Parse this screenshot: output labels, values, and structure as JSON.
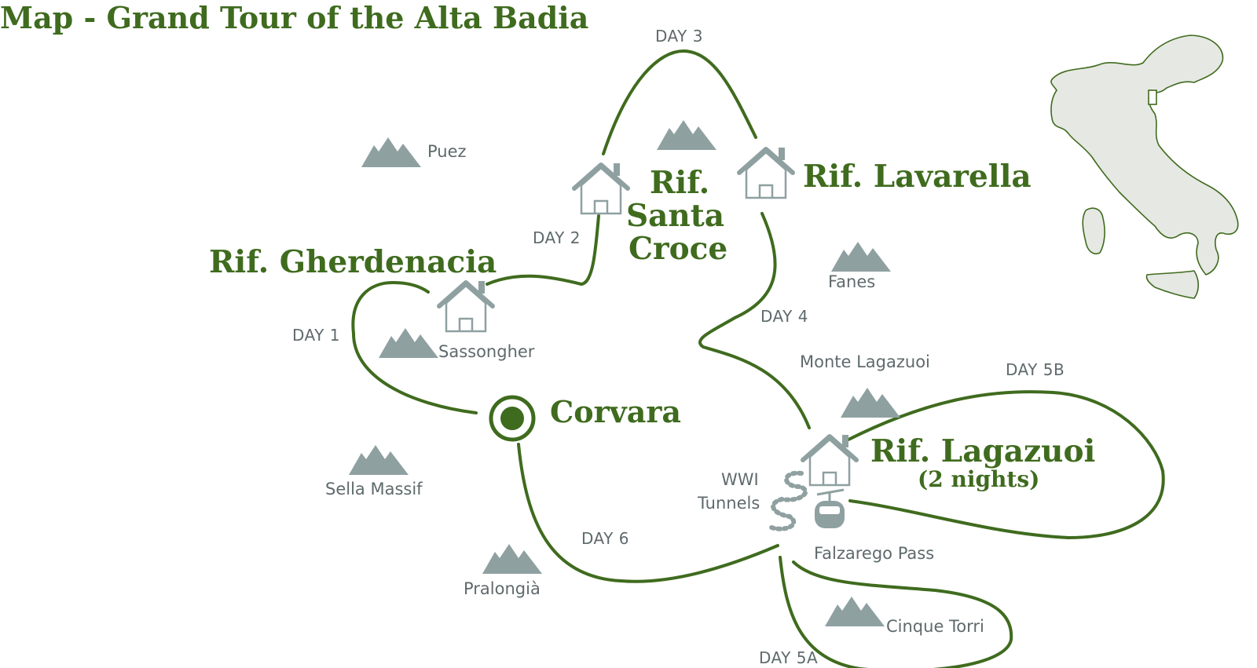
{
  "title": "Map - Grand Tour of the Alta Badia",
  "start": {
    "name": "Corvara"
  },
  "huts": {
    "gherdenacia": "Rif. Gherdenacia",
    "santa_croce": [
      "Rif.",
      "Santa",
      "Croce"
    ],
    "lavarella": "Rif. Lavarella",
    "lagazuoi": "Rif. Lagazuoi",
    "lagazuoi_note": "(2 nights)"
  },
  "days": {
    "day1": "DAY 1",
    "day2": "DAY 2",
    "day3": "DAY 3",
    "day4": "DAY 4",
    "day5a": "DAY 5A",
    "day5b": "DAY 5B",
    "day6": "DAY 6"
  },
  "places": {
    "puez": "Puez",
    "sassongher": "Sassongher",
    "fanes": "Fanes",
    "monte_lagazuoi": "Monte Lagazuoi",
    "sella": "Sella Massif",
    "pralongia": "Pralongià",
    "cinque_torri": "Cinque Torri",
    "falzarego": "Falzarego Pass",
    "tunnels": [
      "WWI",
      "Tunnels"
    ]
  },
  "colors": {
    "route": "#3f6b1e",
    "icon_gray": "#8fa0a1",
    "label_gray": "#5f6a6c",
    "italy_fill": "#e6e8e3"
  },
  "icons": [
    "mountain-icon",
    "hut-icon",
    "start-marker-icon",
    "cable-car-icon",
    "tunnel-icon",
    "italy-locator-map"
  ]
}
